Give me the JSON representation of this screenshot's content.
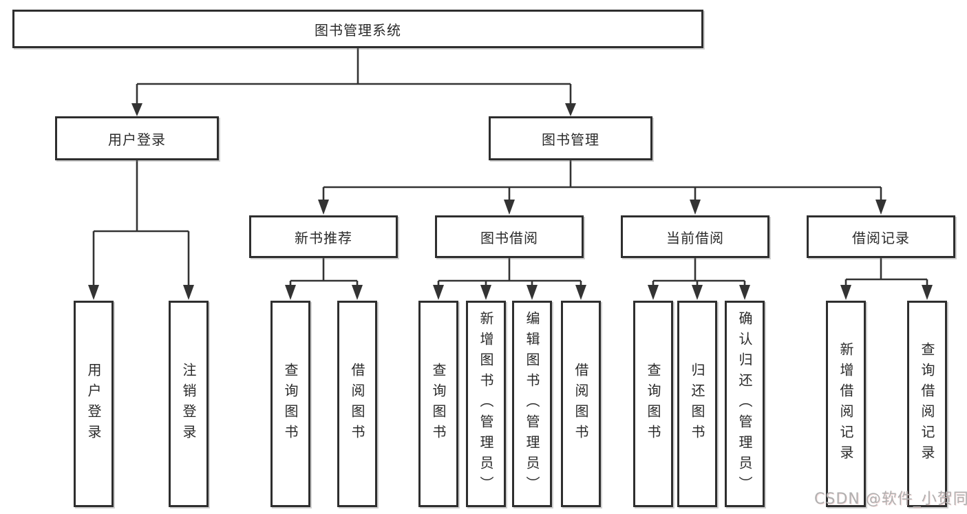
{
  "root": {
    "label": "图书管理系统"
  },
  "branches": [
    {
      "label": "用户登录",
      "children": [
        {
          "label": "用户登录"
        },
        {
          "label": "注销登录"
        }
      ]
    },
    {
      "label": "图书管理",
      "children": [
        {
          "label": "新书推荐",
          "children": [
            {
              "label": "查询图书"
            },
            {
              "label": "借阅图书"
            }
          ]
        },
        {
          "label": "图书借阅",
          "children": [
            {
              "label": "查询图书"
            },
            {
              "label": "新增图书（管理员）"
            },
            {
              "label": "编辑图书（管理员）"
            },
            {
              "label": "借阅图书"
            }
          ]
        },
        {
          "label": "当前借阅",
          "children": [
            {
              "label": "查询图书"
            },
            {
              "label": "归还图书"
            },
            {
              "label": "确认归还（管理员）"
            }
          ]
        },
        {
          "label": "借阅记录",
          "children": [
            {
              "label": "新增借阅记录"
            },
            {
              "label": "查询借阅记录"
            }
          ]
        }
      ]
    }
  ],
  "watermark": "CSDN @软件_小贺同学",
  "colors": {
    "line": "#333333",
    "box_border": "#2e2e2e",
    "text": "#2a2a2a",
    "watermark": "#b0b0b0",
    "background": "#ffffff"
  }
}
